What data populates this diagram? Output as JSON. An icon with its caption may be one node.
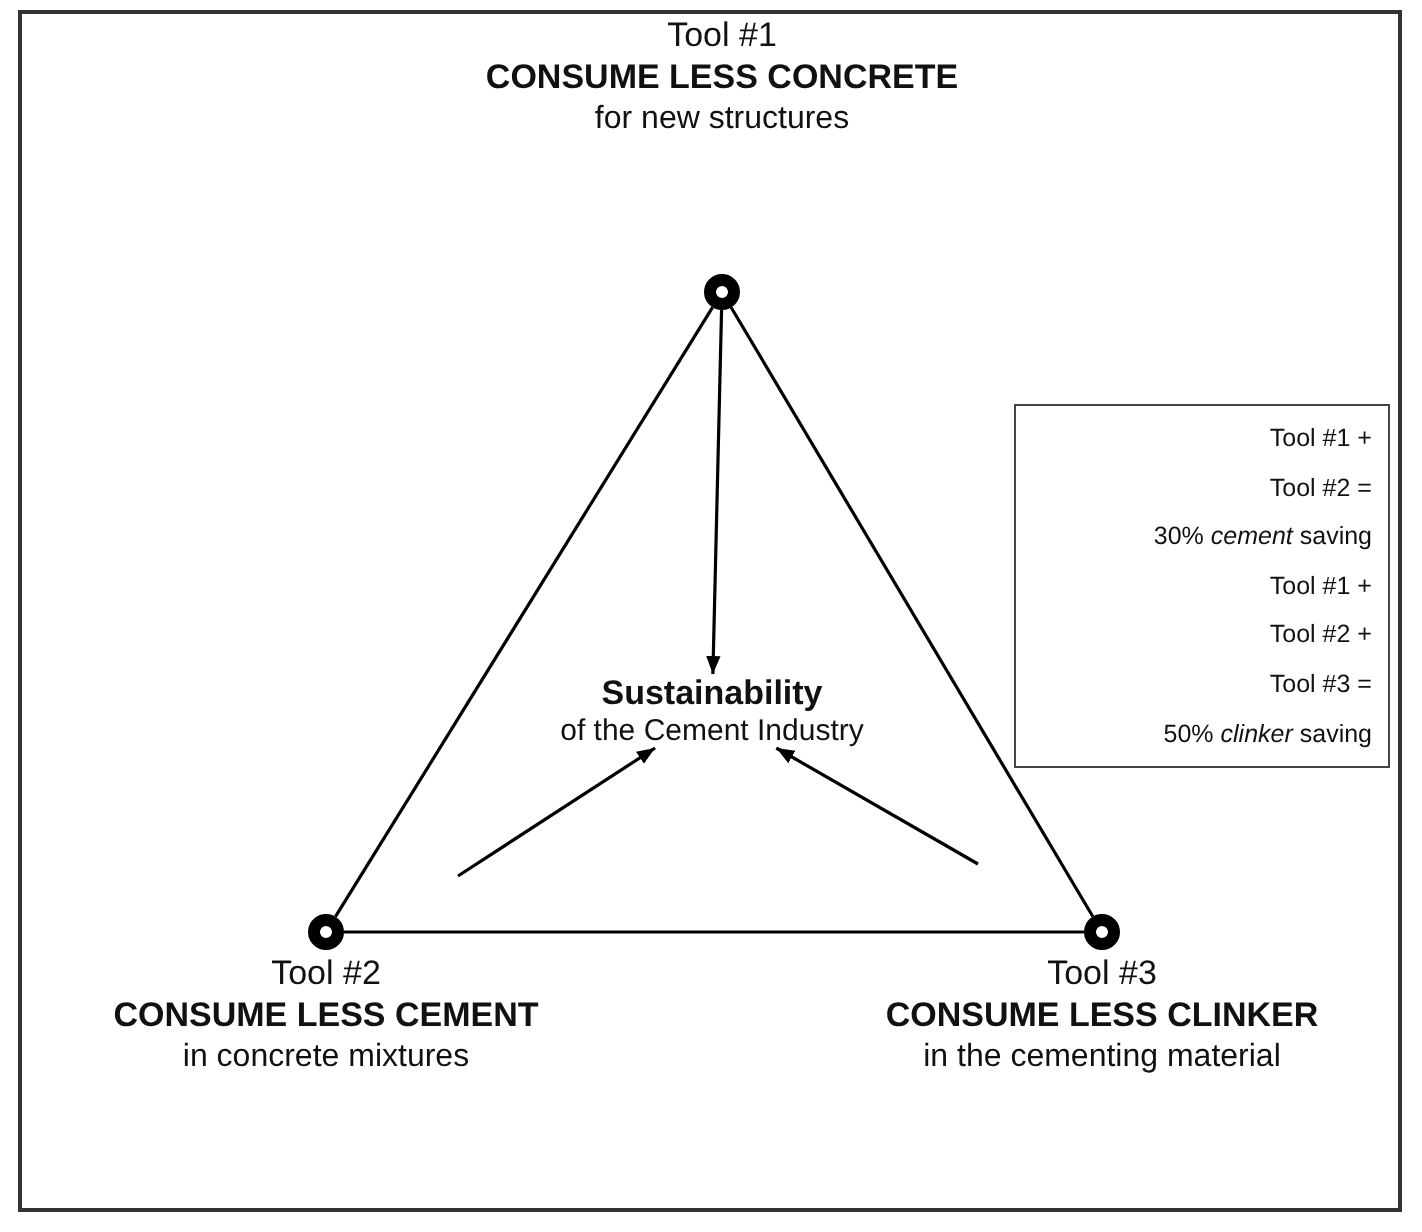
{
  "diagram": {
    "nodes": [
      {
        "text": [],
        "shape": "circle",
        "beside": [
          "Tool #1",
          "CONSUME LESS CONCRETE",
          "for new structures"
        ]
      },
      {
        "text": [],
        "shape": "circle",
        "beside": [
          "Tool #2",
          "CONSUME LESS CEMENT",
          "in concrete mixtures"
        ]
      },
      {
        "text": [],
        "shape": "circle",
        "beside": [
          "Tool #3",
          "CONSUME LESS CLINKER",
          "in the cementing material"
        ]
      },
      {
        "text": [
          "Sustainability",
          "of the Cement Industry"
        ]
      },
      {
        "text": [
          "Tool #1 +",
          "Tool #2 =",
          "30% *cement* saving",
          "Tool #1 +",
          "Tool #2 +",
          "Tool #3 =",
          "50% *clinker* saving"
        ]
      }
    ],
    "edges": [
      {
        "from": 0,
        "to": 1,
        "arrow": "none"
      },
      {
        "from": 0,
        "to": 2,
        "arrow": "none"
      },
      {
        "from": 1,
        "to": 2,
        "arrow": "none"
      },
      {
        "from": 0,
        "to": 3,
        "arrow": "to"
      },
      {
        "from": null,
        "to": 3,
        "arrow": "to"
      },
      {
        "from": null,
        "to": 3,
        "arrow": "to"
      }
    ]
  }
}
